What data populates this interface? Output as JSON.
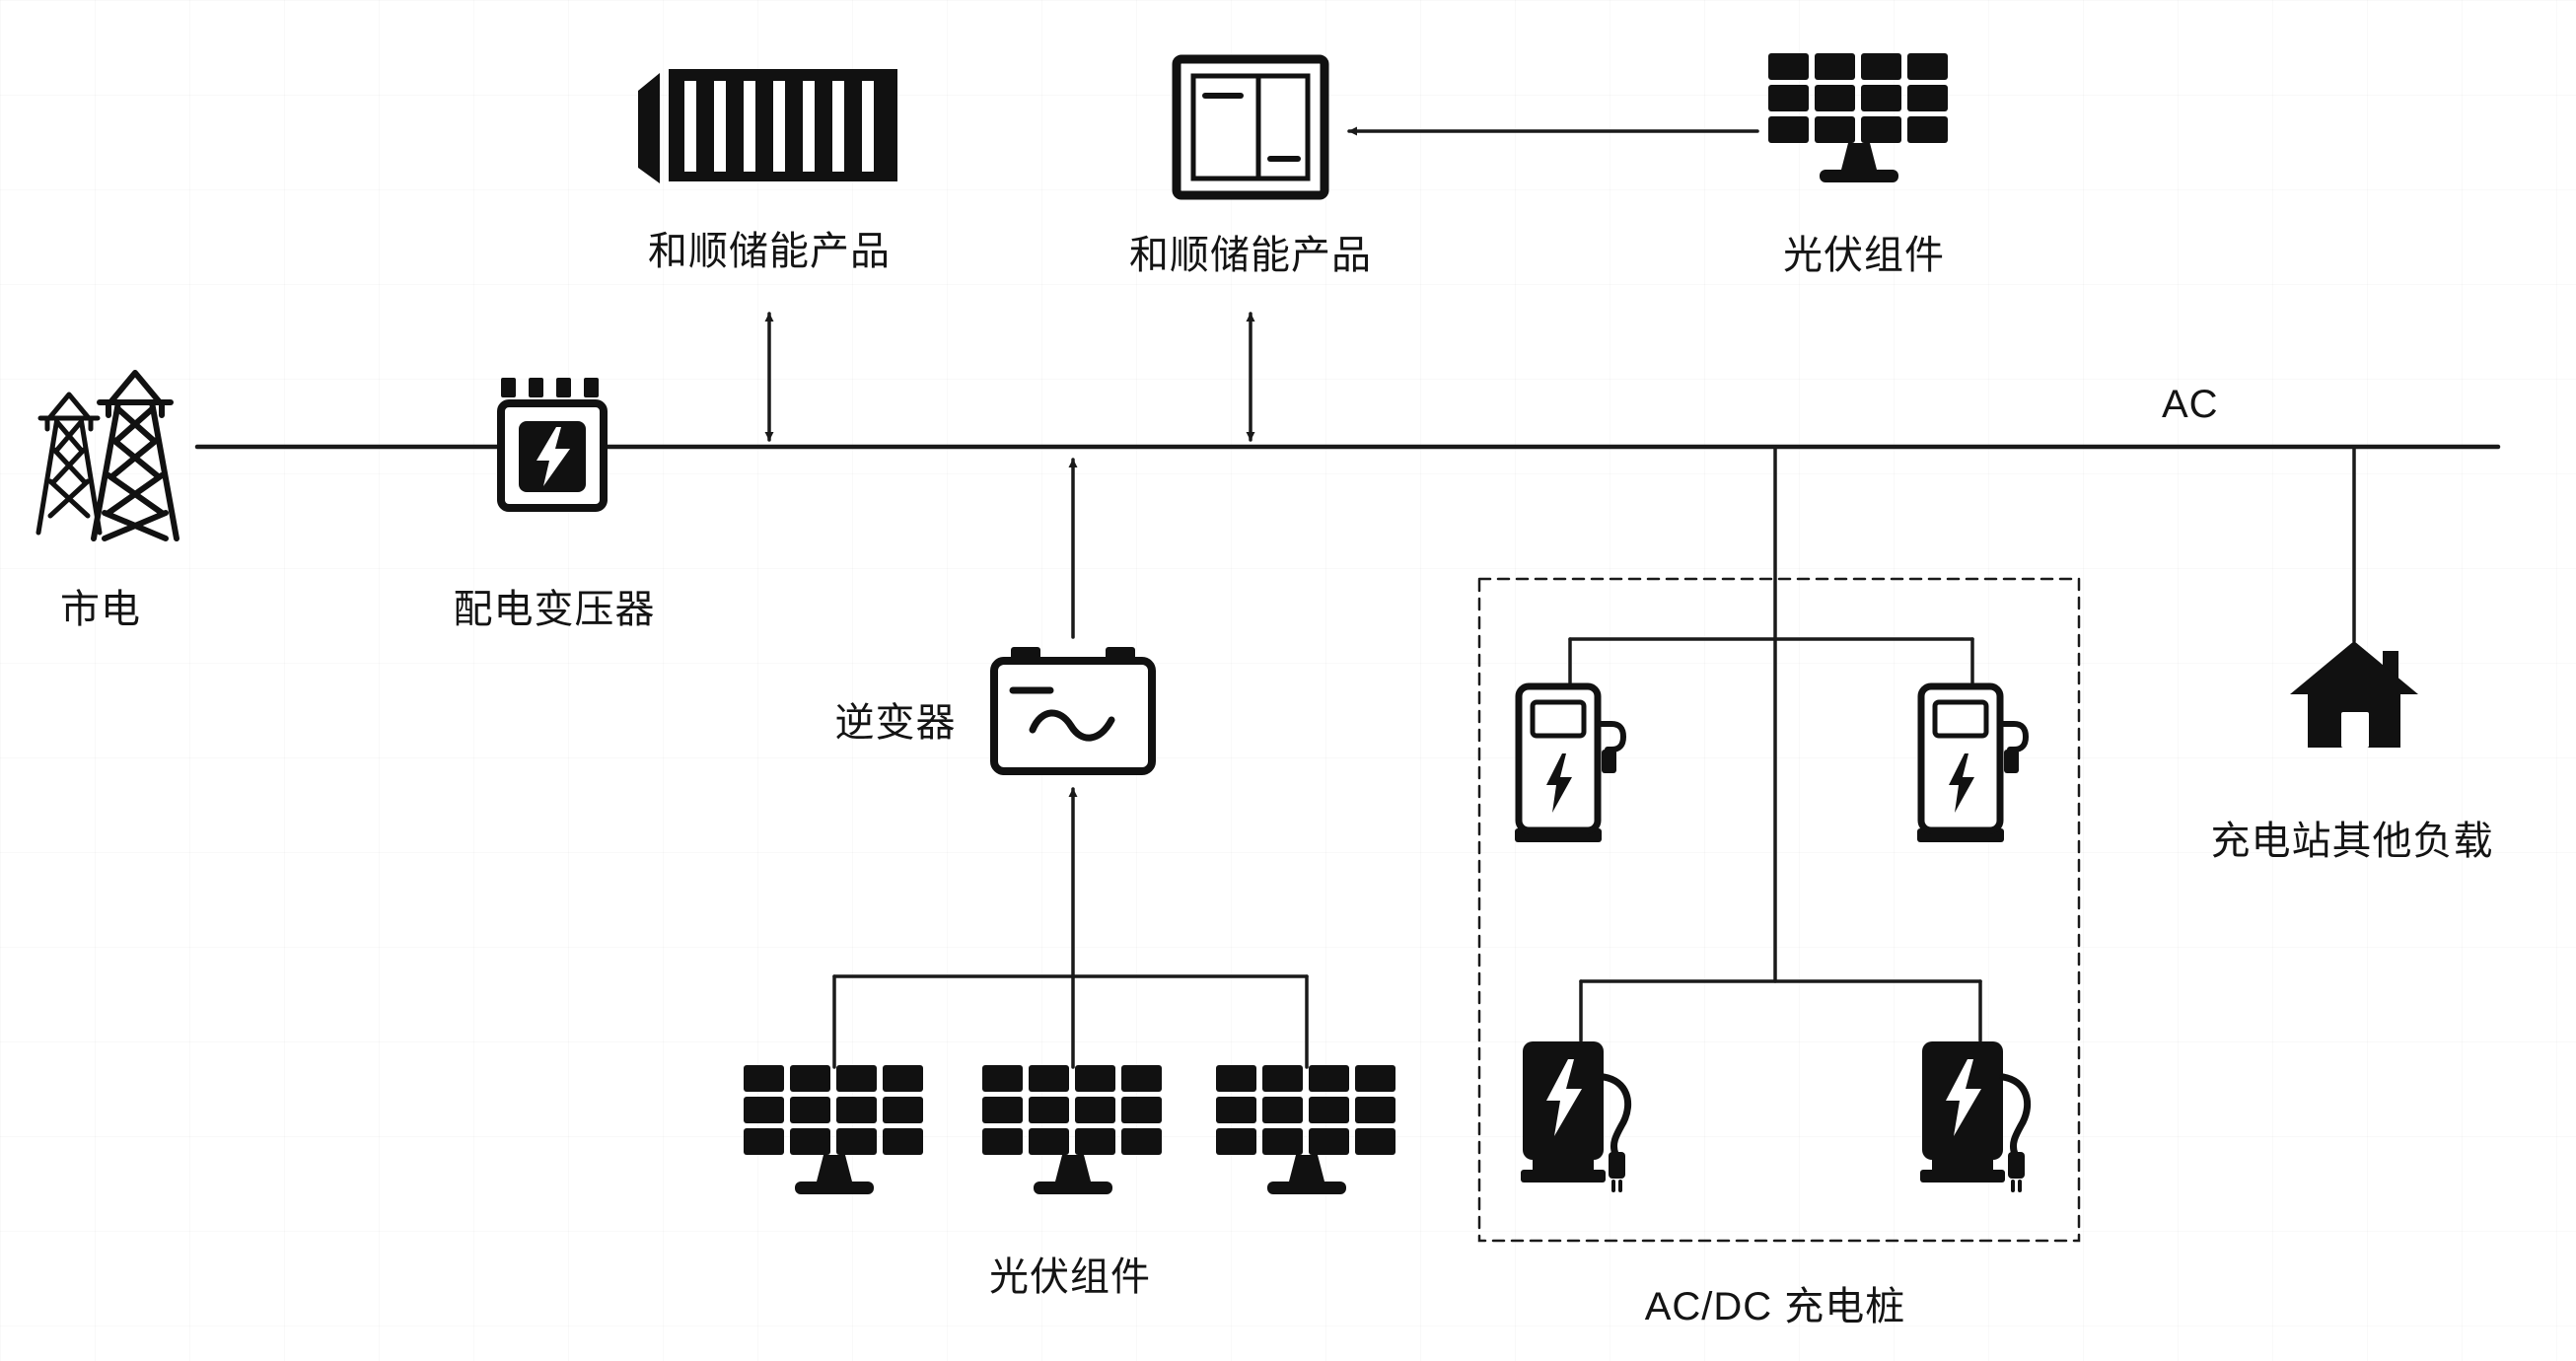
{
  "diagram": {
    "title": "PV + storage + EV charging station one-line diagram",
    "labels": {
      "storage_top_left": "和顺储能产品",
      "storage_top_mid": "和顺储能产品",
      "pv_top": "光伏组件",
      "ac_bus": "AC",
      "mains": "市电",
      "transformer": "配电变压器",
      "inverter": "逆变器",
      "pv_bottom": "光伏组件",
      "charger_group": "AC/DC 充电桩",
      "other_loads": "充电站其他负载"
    },
    "icons": [
      "power-towers-icon",
      "storage-container-icon",
      "storage-cabinet-icon",
      "solar-panel-icon",
      "transformer-icon",
      "inverter-icon",
      "ac-charger-icon",
      "dc-charger-icon",
      "house-icon"
    ],
    "colors": {
      "line": "#1a1a1a",
      "icon": "#111111",
      "background": "#ffffff"
    }
  }
}
